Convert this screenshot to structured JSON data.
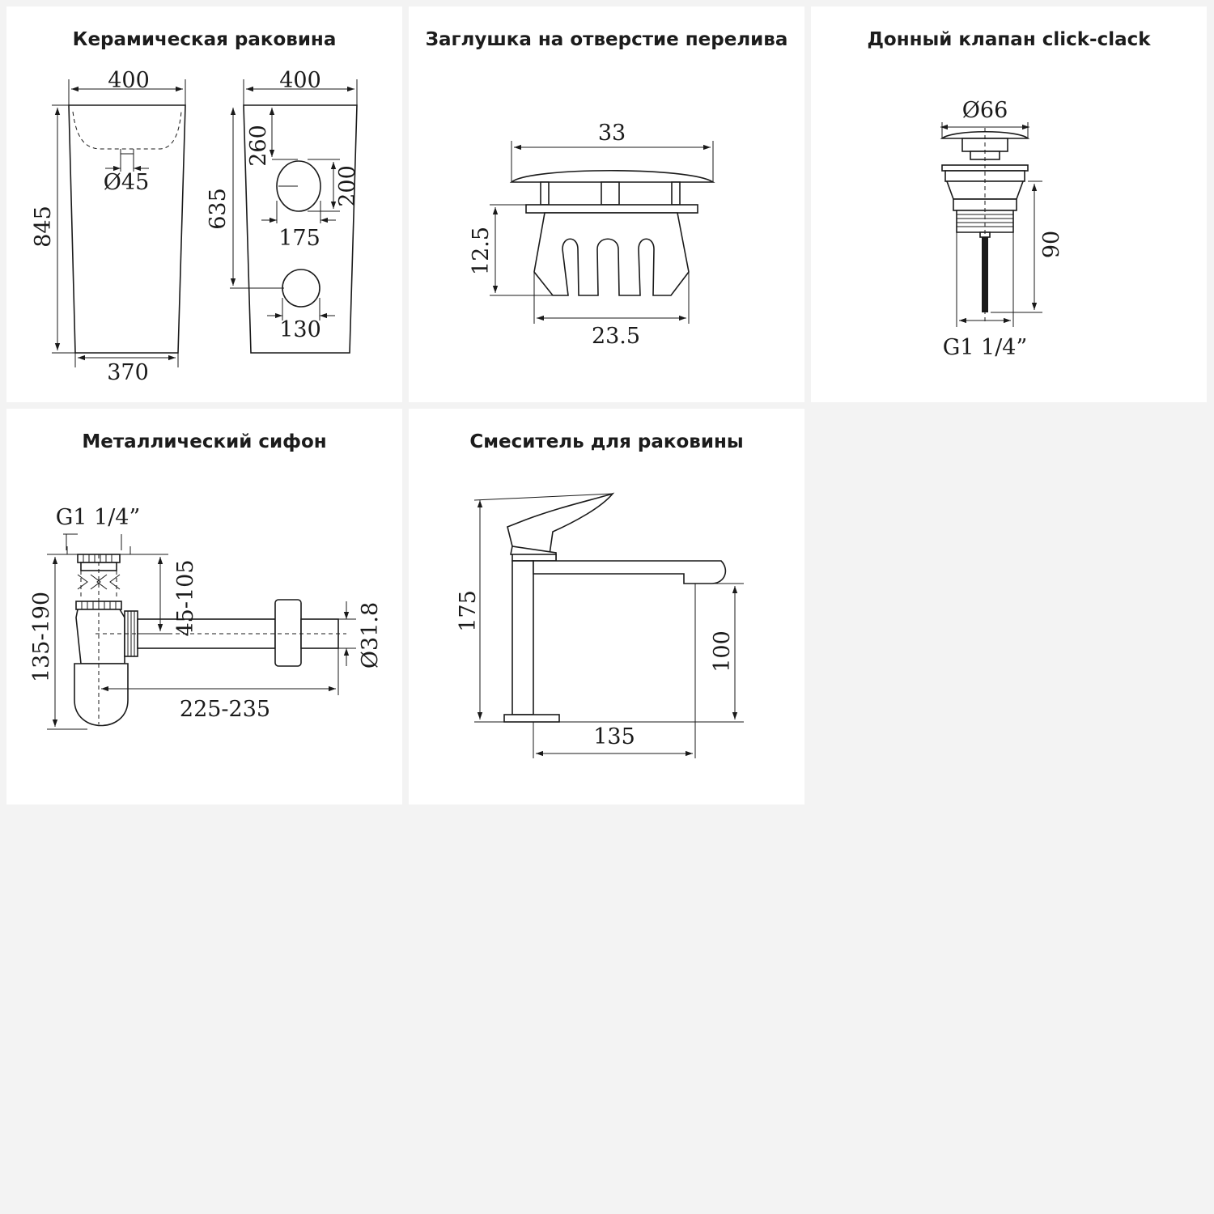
{
  "panels": [
    {
      "title": "Керамическая раковина",
      "dims": {
        "width_top_front": "400",
        "width_top_side": "400",
        "drain_diameter": "Ø45",
        "height_total": "845",
        "height_side": "635",
        "hole_offset": "260",
        "hole_height": "200",
        "hole_width": "175",
        "lower_hole_width": "130",
        "width_bottom": "370"
      }
    },
    {
      "title": "Заглушка на отверстие перелива",
      "dims": {
        "cap_width": "33",
        "height": "12.5",
        "base_width": "23.5"
      }
    },
    {
      "title": "Донный клапан click-clack",
      "dims": {
        "diameter": "Ø66",
        "height": "90",
        "thread": "G1 1/4”"
      }
    },
    {
      "title": "Металлический сифон",
      "dims": {
        "thread": "G1 1/4”",
        "adjust_height": "45-105",
        "total_height": "135-190",
        "length": "225-235",
        "pipe_diameter": "Ø31.8"
      }
    },
    {
      "title": "Смеситель для раковины",
      "dims": {
        "height": "175",
        "spout_height": "100",
        "spout_reach": "135"
      }
    }
  ]
}
